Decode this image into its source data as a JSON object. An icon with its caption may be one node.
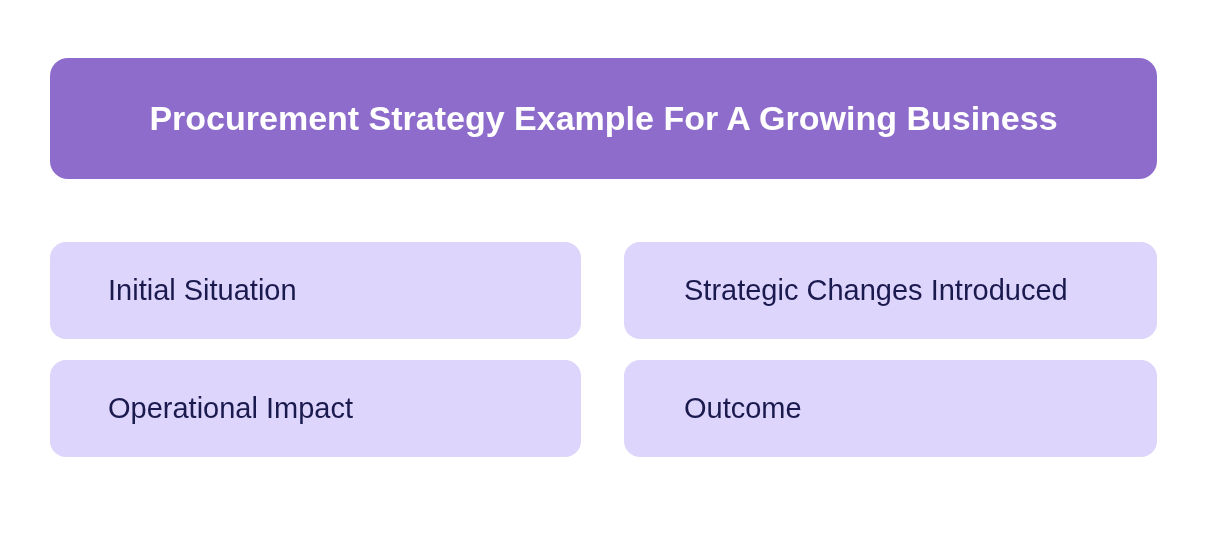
{
  "diagram": {
    "title": "Procurement Strategy Example For A Growing Business",
    "nodes": [
      {
        "text": [
          "Initial Situation"
        ]
      },
      {
        "text": [
          "Strategic Changes Introduced"
        ]
      },
      {
        "text": [
          "Operational Impact"
        ]
      },
      {
        "text": [
          "Outcome"
        ]
      }
    ]
  }
}
